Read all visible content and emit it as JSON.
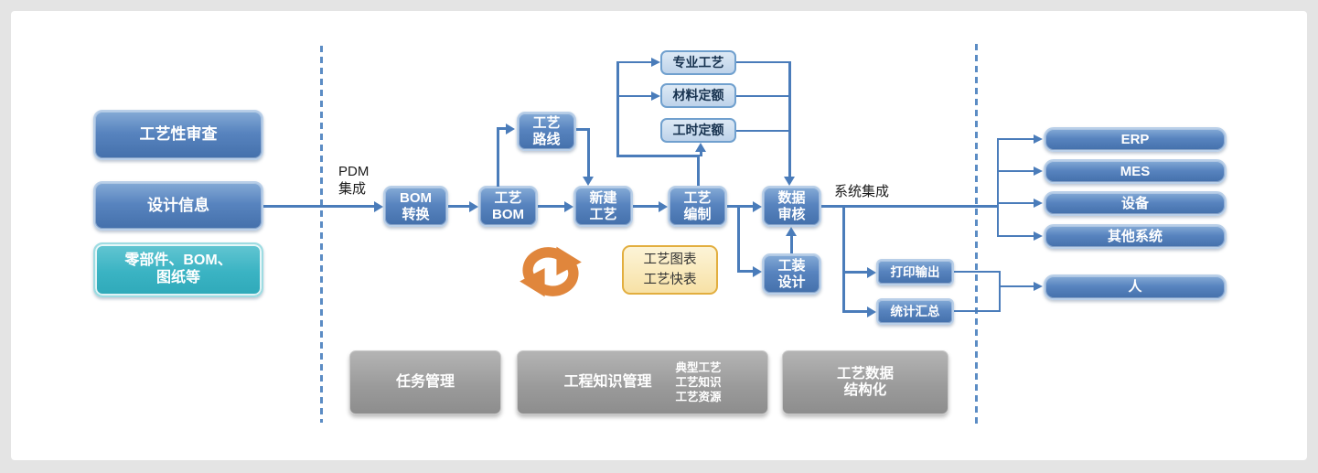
{
  "diagram": {
    "inputs": {
      "process_review": "工艺性审查",
      "design_info": "设计信息",
      "parts": "零部件、BOM、\n图纸等"
    },
    "pdm_label": "PDM\n集成",
    "flow": {
      "bom_convert": "BOM\n转换",
      "craft_bom": "工艺\nBOM",
      "new_craft": "新建\n工艺",
      "craft_compile": "工艺\n编制",
      "data_review": "数据\n审核",
      "craft_route": "工艺\n路线",
      "tooling_design": "工装\n设计"
    },
    "quotas": [
      "专业工艺",
      "材料定额",
      "工时定额"
    ],
    "craft_tables_note": "工艺图表\n工艺快表",
    "integration": {
      "label": "系统集成",
      "print_output": "打印输出",
      "stats_summary": "统计汇总",
      "systems": [
        "ERP",
        "MES",
        "设备",
        "其他系统"
      ],
      "human": "人"
    },
    "foundation": {
      "task_mgmt": "任务管理",
      "knowledge_mgmt": "工程知识管理",
      "knowledge_items": "典型工艺\n工艺知识\n工艺资源",
      "data_structured": "工艺数据\n结构化"
    },
    "colors": {
      "line_blue": "#4a7cba",
      "box_blue": "#4977b3",
      "quota_light_blue": "#bed3ea",
      "teal": "#35b1c0",
      "note_yellow_fill": "#f7e1a6",
      "note_yellow_border": "#e2ae3f",
      "foundation_gray": "#9b9b9b",
      "sync_orange": "#e0863c"
    }
  }
}
